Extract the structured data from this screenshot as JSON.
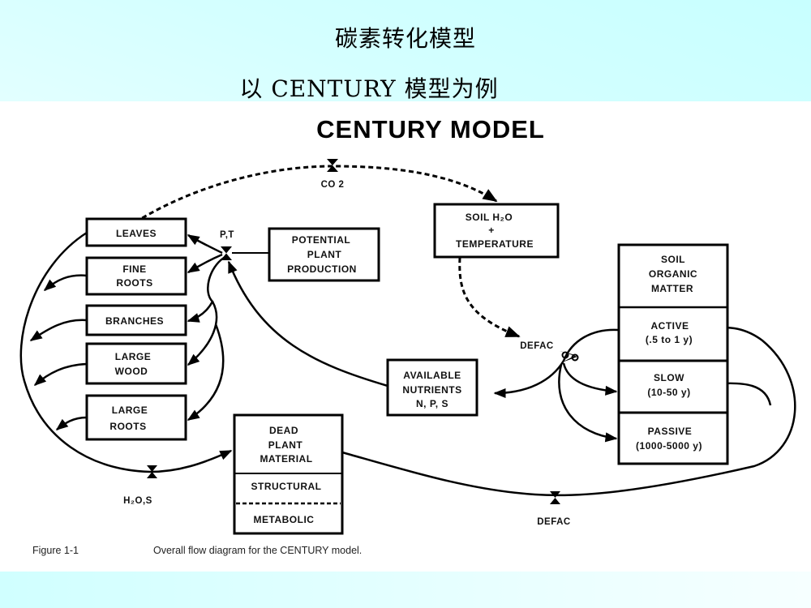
{
  "slide": {
    "title": "碳素转化模型",
    "subtitle": "以 CENTURY 模型为例",
    "background_colors": [
      "#ffffff",
      "#ccffff"
    ]
  },
  "figure": {
    "title": "CENTURY MODEL",
    "caption_number": "Figure 1-1",
    "caption_text": "Overall flow diagram for the CENTURY model.",
    "plant_pools": [
      {
        "id": "leaves",
        "lines": [
          "LEAVES"
        ]
      },
      {
        "id": "fine-roots",
        "lines": [
          "FINE",
          "ROOTS"
        ]
      },
      {
        "id": "branches",
        "lines": [
          "BRANCHES"
        ]
      },
      {
        "id": "large-wood",
        "lines": [
          "LARGE",
          "WOOD"
        ]
      },
      {
        "id": "large-roots",
        "lines": [
          "LARGE",
          "ROOTS"
        ]
      }
    ],
    "potential_production": {
      "lines": [
        "POTENTIAL",
        "PLANT",
        "PRODUCTION"
      ]
    },
    "soil_climate": {
      "lines": [
        "SOIL H₂O",
        "+",
        "TEMPERATURE"
      ]
    },
    "available_nutrients": {
      "lines": [
        "AVAILABLE",
        "NUTRIENTS",
        "N, P, S"
      ]
    },
    "dead_plant_material": {
      "header": [
        "DEAD",
        "PLANT",
        "MATERIAL"
      ],
      "structural": "STRUCTURAL",
      "metabolic": "METABOLIC"
    },
    "soil_organic_matter": {
      "header": [
        "SOIL",
        "ORGANIC",
        "MATTER"
      ],
      "active": [
        "ACTIVE",
        "(.5 to 1 y)"
      ],
      "slow": [
        "SLOW",
        "(10-50 y)"
      ],
      "passive": [
        "PASSIVE",
        "(1000-5000 y)"
      ]
    },
    "valves": {
      "co2": "CO 2",
      "pt": "P,T",
      "h2os": "H₂O,S",
      "defac_soil": "DEFAC",
      "defac_bottom": "DEFAC"
    }
  }
}
